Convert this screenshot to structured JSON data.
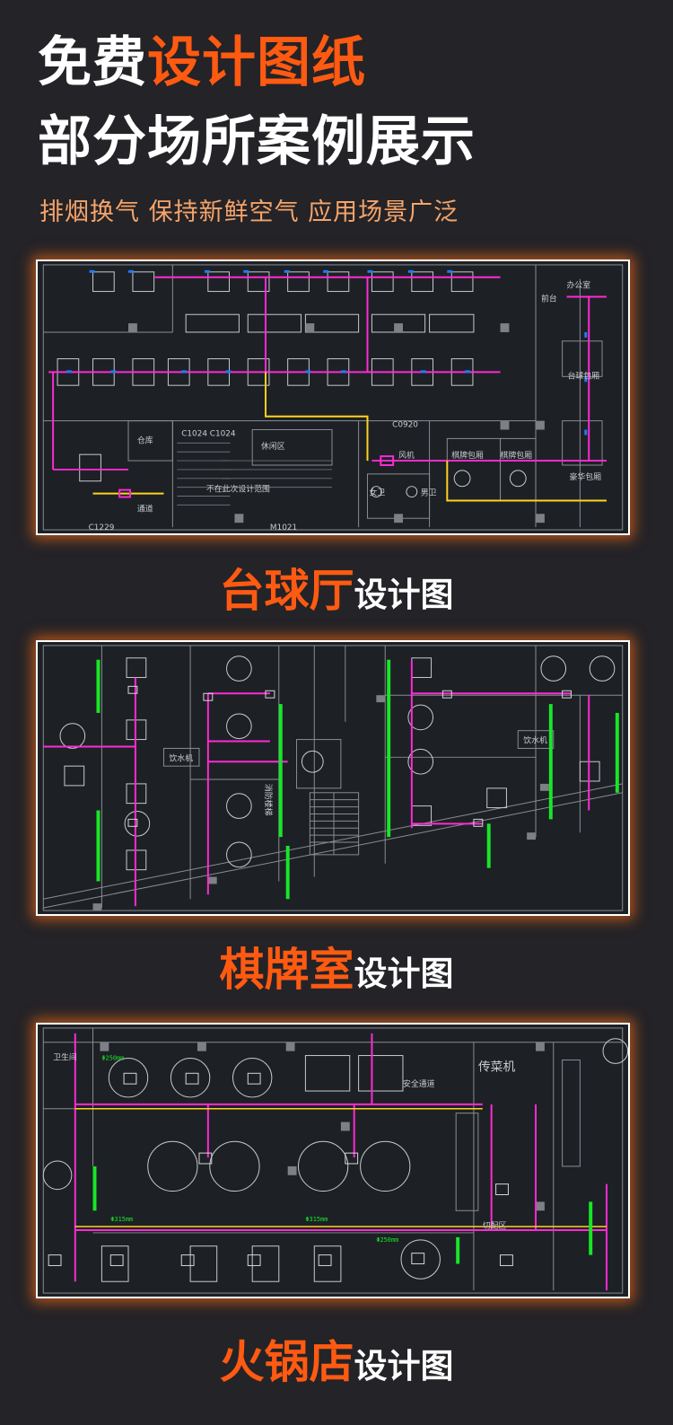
{
  "header": {
    "line1_plain": "免费",
    "line1_accent": "设计图纸",
    "line2": "部分场所案例展示",
    "subtitle": "排烟换气 保持新鲜空气 应用场景广泛"
  },
  "cases": [
    {
      "venue": "台球厅",
      "suffix": "设计图",
      "plan_labels": {
        "office": "办公室",
        "front_desk": "前台",
        "storage": "仓库",
        "lounge": "休闲区",
        "vip_room_1": "棋牌包厢",
        "vip_room_2": "棋牌包厢",
        "vip_room_3": "台球包厢",
        "vip_room_4": "豪华包厢",
        "female_wc": "女卫",
        "male_wc": "男卫",
        "no_smoke": "不在此次设计范围",
        "exhaust_fan": "风机",
        "corridor": "通道",
        "code_a": "C0920",
        "code_b": "C1024",
        "code_c": "C1024",
        "code_d": "C1229",
        "code_e": "M1021"
      }
    },
    {
      "venue": "棋牌室",
      "suffix": "设计图",
      "plan_labels": {
        "water_room": "饮水机",
        "water_room_2": "饮水机",
        "stair": "消防楼梯"
      }
    },
    {
      "venue": "火锅店",
      "suffix": "设计图",
      "plan_labels": {
        "pass_window": "传菜机",
        "washroom": "卫生间",
        "cutting": "切配区",
        "safety": "安全通道",
        "duct_1": "Φ250mm",
        "duct_2": "Φ315mm",
        "duct_3": "Φ250mm",
        "duct_4": "Φ315mm"
      }
    }
  ],
  "colors": {
    "accent": "#ff5a12",
    "subtitle": "#f5a46a",
    "background": "#242327",
    "panel_bg": "#1d2126",
    "duct_pink": "#ff2ad4",
    "duct_yellow": "#ffd21f",
    "annotation_green": "#18e628",
    "fixture_blue": "#1e7cff"
  },
  "icons": [
    "cad-floor-plan-icon"
  ]
}
